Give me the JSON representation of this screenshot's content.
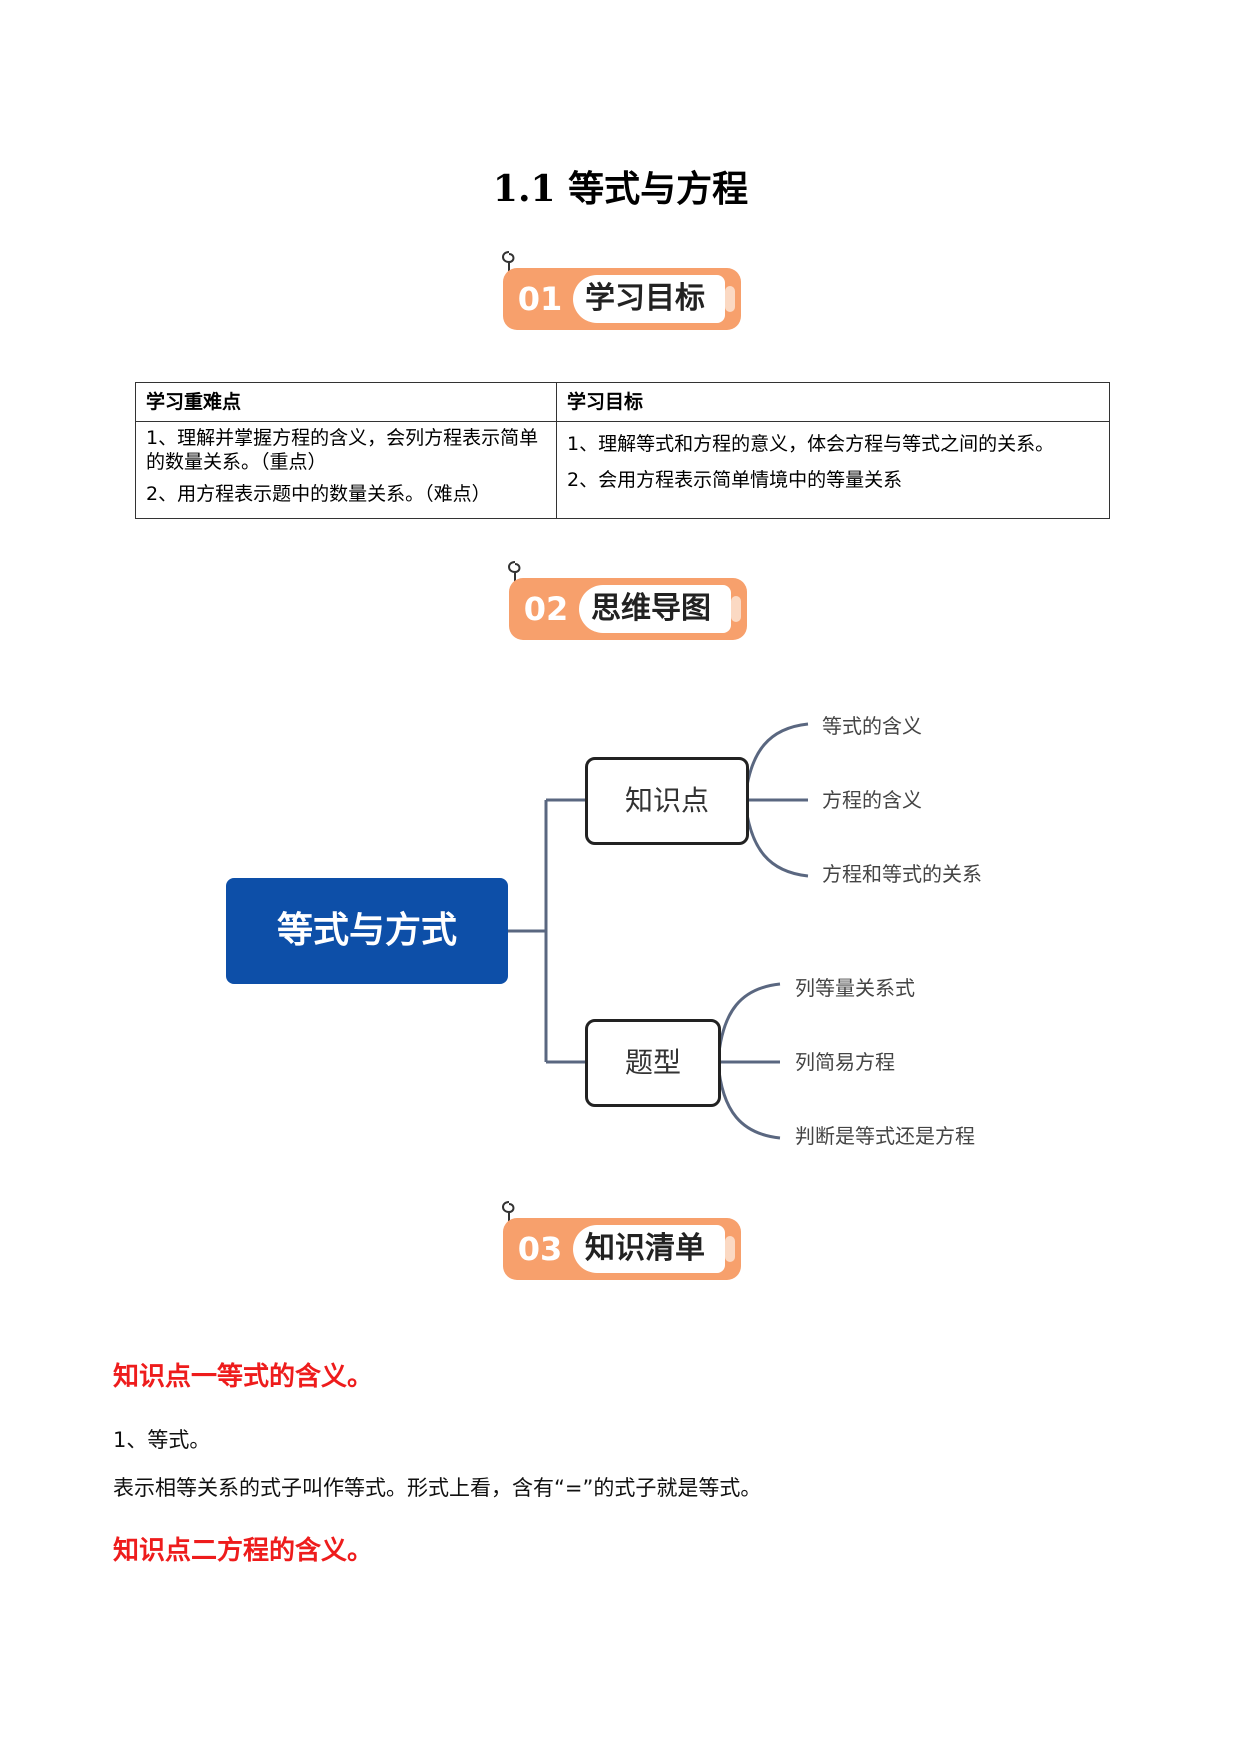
{
  "doc": {
    "title": "1.1 等式与方程"
  },
  "sections": [
    {
      "num": "01",
      "label": "学习目标"
    },
    {
      "num": "02",
      "label": "思维导图"
    },
    {
      "num": "03",
      "label": "知识清单"
    }
  ],
  "goals_table": {
    "headers": [
      "学习重难点",
      "学习目标"
    ],
    "left": [
      "1、理解并掌握方程的含义，会列方程表示简单的数量关系。（重点）",
      "2、用方程表示题中的数量关系。（难点）"
    ],
    "right": [
      "1、理解等式和方程的意义，体会方程与等式之间的关系。",
      "2、会用方程表示简单情境中的等量关系"
    ]
  },
  "mindmap": {
    "root": "等式与方式",
    "branches": [
      {
        "label": "知识点",
        "leaves": [
          "等式的含义",
          "方程的含义",
          "方程和等式的关系"
        ]
      },
      {
        "label": "题型",
        "leaves": [
          "列等量关系式",
          "列简易方程",
          "判断是等式还是方程"
        ]
      }
    ]
  },
  "knowledge": {
    "point1": {
      "title": "知识点一等式的含义。",
      "item": "1、等式。",
      "text": "表示相等关系的式子叫作等式。形式上看，含有“=”的式子就是等式。"
    },
    "point2": {
      "title": "知识点二方程的含义。"
    }
  },
  "colors": {
    "badge": "#f7a06c",
    "root": "#0d4fa8",
    "heading_red": "#ee1c1c",
    "line": "#5a6780"
  }
}
